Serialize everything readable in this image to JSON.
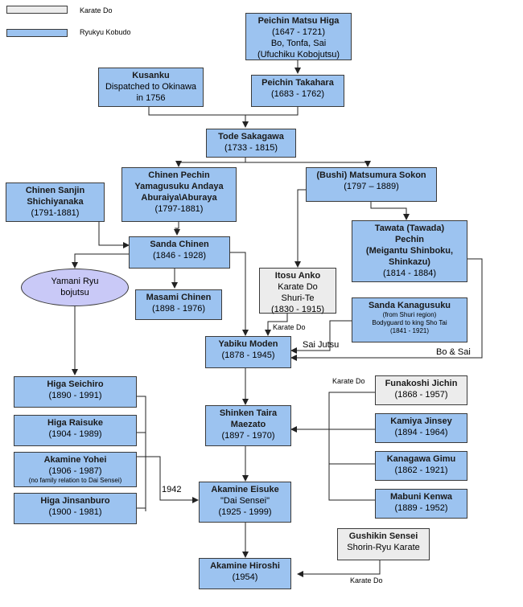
{
  "legend": [
    {
      "label": "Karate Do",
      "color": "#ececec"
    },
    {
      "label": "Ryukyu Kobudo",
      "color": "#9cc3f0"
    }
  ],
  "nodes": {
    "matsu_higa": {
      "name": "Peichin Matsu Higa",
      "dates": "(1647 - 1721)",
      "l1": "Bo, Tonfa, Sai",
      "l2": "(Ufuchiku Kobojutsu)"
    },
    "kusanku": {
      "name": "Kusanku",
      "l1": "Dispatched to Okinawa",
      "l2": "in 1756"
    },
    "takahara": {
      "name": "Peichin Takahara",
      "dates": "(1683 - 1762)"
    },
    "sakagawa": {
      "name": "Tode Sakagawa",
      "dates": "(1733 - 1815)"
    },
    "chinen_pechin": {
      "name1": "Chinen Pechin",
      "name2": "Yamagusuku Andaya",
      "name3": "Aburaiya\\Aburaya",
      "dates": "(1797-1881)"
    },
    "chinen_sanjin": {
      "name1": "Chinen Sanjin",
      "name2": "Shichiyanaka",
      "dates": "(1791-1881)"
    },
    "matsumura": {
      "name": "(Bushi) Matsumura Sokon",
      "dates": "(1797 – 1889)"
    },
    "tawata": {
      "name1": "Tawata (Tawada)",
      "name2": "Pechin",
      "name3": "(Meigantu Shinboku,",
      "name4": "Shinkazu)",
      "dates": "(1814 - 1884)"
    },
    "sanda_chinen": {
      "name": "Sanda Chinen",
      "dates": "(1846 - 1928)"
    },
    "yamani": {
      "l1": "Yamani Ryu",
      "l2": "bojutsu"
    },
    "itosu": {
      "name": "Itosu Anko",
      "l1": "Karate Do",
      "l2": "Shuri-Te",
      "dates": "(1830 - 1915)"
    },
    "masami": {
      "name": "Masami Chinen",
      "dates": "(1898 - 1976)"
    },
    "kanagusuku": {
      "name": "Sanda Kanagusuku",
      "l1": "(from Shuri region)",
      "l2": "Bodyguard to king Sho Tai",
      "dates": "(1841 - 1921)"
    },
    "yabiku": {
      "name": "Yabiku Moden",
      "dates": "(1878 - 1945)"
    },
    "seichiro": {
      "name": "Higa Seichiro",
      "dates": "(1890 - 1991)"
    },
    "raisuke": {
      "name": "Higa Raisuke",
      "dates": "(1904 - 1989)"
    },
    "yohei": {
      "name": "Akamine Yohei",
      "dates": "(1906 - 1987)",
      "note": "(no family relation to Dai Sensei)"
    },
    "jinsanburo": {
      "name": "Higa Jinsanburo",
      "dates": "(1900 - 1981)"
    },
    "taira": {
      "name1": "Shinken Taira",
      "name2": "Maezato",
      "dates": "(1897 - 1970)"
    },
    "funakoshi": {
      "name": "Funakoshi Jichin",
      "dates": "(1868 - 1957)"
    },
    "kamiya": {
      "name": "Kamiya Jinsey",
      "dates": "(1894 - 1964)"
    },
    "kanagawa": {
      "name": "Kanagawa Gimu",
      "dates": "(1862 - 1921)"
    },
    "mabuni": {
      "name": "Mabuni Kenwa",
      "dates": "(1889 - 1952)"
    },
    "eisuke": {
      "name": "Akamine Eisuke",
      "title": "\"Dai Sensei\"",
      "dates": "(1925 - 1999)"
    },
    "gushikin": {
      "name": "Gushikin Sensei",
      "l1": "Shorin-Ryu Karate"
    },
    "hiroshi": {
      "name": "Akamine Hiroshi",
      "dates": "(1954)"
    }
  },
  "edge_labels": {
    "karate_do_itosu": "Karate Do",
    "sai_jutsu": "Sai Jutsu",
    "bo_sai": "Bo & Sai",
    "karate_do_funakoshi": "Karate Do",
    "year_1942": "1942",
    "karate_do_gushikin": "Karate Do"
  }
}
